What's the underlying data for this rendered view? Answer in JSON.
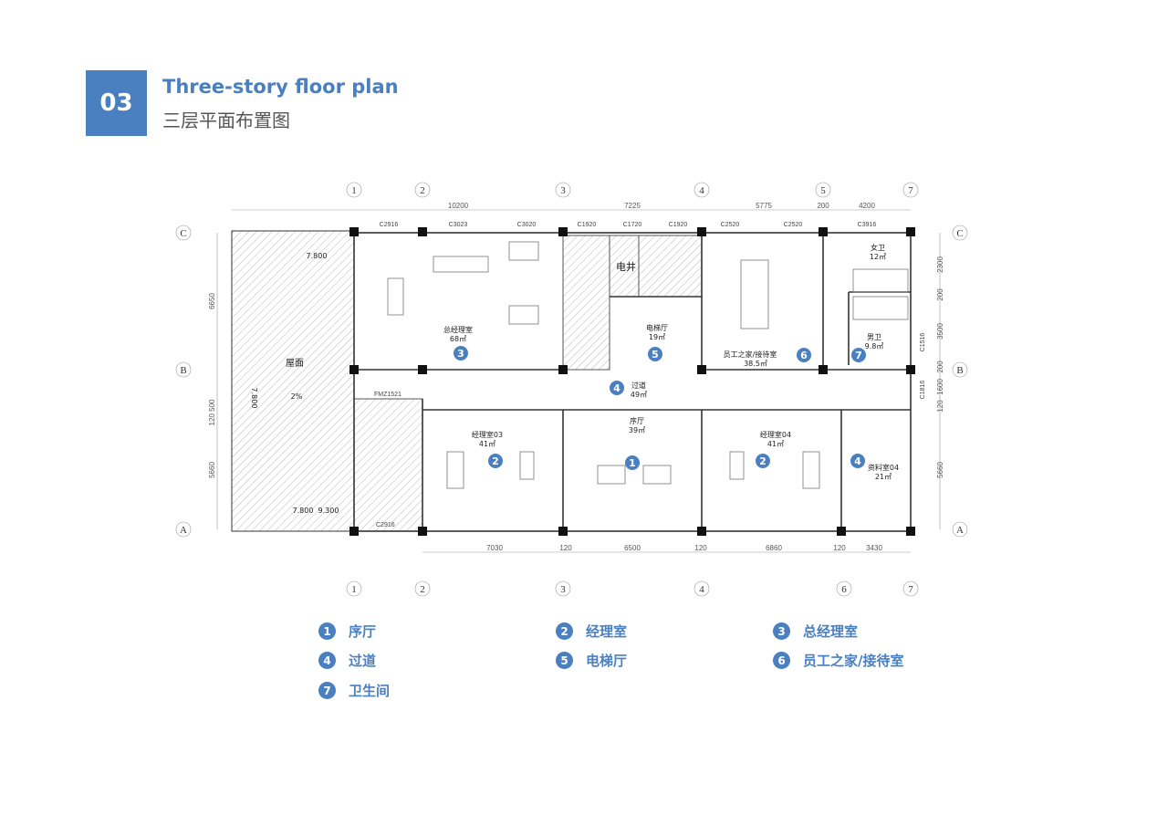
{
  "header": {
    "number": "03",
    "title_en": "Three-story floor plan",
    "title_cn": "三层平面布置图"
  },
  "colors": {
    "accent": "#4a7fc0"
  },
  "axes": {
    "top": [
      "1",
      "2",
      "3",
      "4",
      "5",
      "7"
    ],
    "bottom": [
      "1",
      "2",
      "3",
      "4",
      "6",
      "7"
    ],
    "left": [
      "C",
      "B",
      "A"
    ],
    "right": [
      "C",
      "B",
      "A"
    ]
  },
  "dimensions": {
    "top": [
      "10200",
      "7225",
      "5775",
      "200",
      "4200"
    ],
    "windows_top": [
      "C2916",
      "C3023",
      "C3020",
      "C1920",
      "C1720",
      "C1920",
      "C2520",
      "C2520",
      "C3916"
    ],
    "bottom": [
      "7030",
      "120",
      "6500",
      "120",
      "6860",
      "120",
      "3430"
    ],
    "left": [
      "6650",
      "120 500",
      "5660"
    ],
    "right": [
      "2300",
      "200",
      "3500",
      "200",
      "1600",
      "120",
      "5660"
    ],
    "right_windows": [
      "C1516",
      "C1816"
    ]
  },
  "rooms": {
    "roof": {
      "name": "屋面",
      "slope": "2%",
      "elev1": "7.800",
      "elev2": "7.800",
      "elev3": "9.300",
      "elev4": "7.800"
    },
    "gm_office": {
      "name": "总经理室",
      "area": "68㎡",
      "badge": "3"
    },
    "shaft": {
      "name": "电井"
    },
    "elevator_hall": {
      "name": "电梯厅",
      "area": "19㎡",
      "badge": "5"
    },
    "staff_room": {
      "name": "员工之家/接待室",
      "area": "38.5㎡",
      "badge": "6"
    },
    "womens_wc": {
      "name": "女卫",
      "area": "12㎡"
    },
    "mens_wc": {
      "name": "男卫",
      "area": "9.8㎡",
      "badge": "7"
    },
    "corridor": {
      "name": "过道",
      "area": "49㎡",
      "badge": "4"
    },
    "stair_door": "FMZ1521",
    "stair_window": "C2916",
    "manager03": {
      "name": "经理室03",
      "area": "41㎡",
      "badge": "2"
    },
    "lobby": {
      "name": "序厅",
      "area": "39㎡",
      "badge": "1"
    },
    "manager04": {
      "name": "经理室04",
      "area": "41㎡",
      "badge": "2"
    },
    "archive": {
      "name": "资料室04",
      "area": "21㎡",
      "badge": "4"
    }
  },
  "legend": [
    {
      "num": "1",
      "label": "序厅"
    },
    {
      "num": "2",
      "label": "经理室"
    },
    {
      "num": "3",
      "label": "总经理室"
    },
    {
      "num": "4",
      "label": "过道"
    },
    {
      "num": "5",
      "label": "电梯厅"
    },
    {
      "num": "6",
      "label": "员工之家/接待室"
    },
    {
      "num": "7",
      "label": "卫生间"
    }
  ]
}
